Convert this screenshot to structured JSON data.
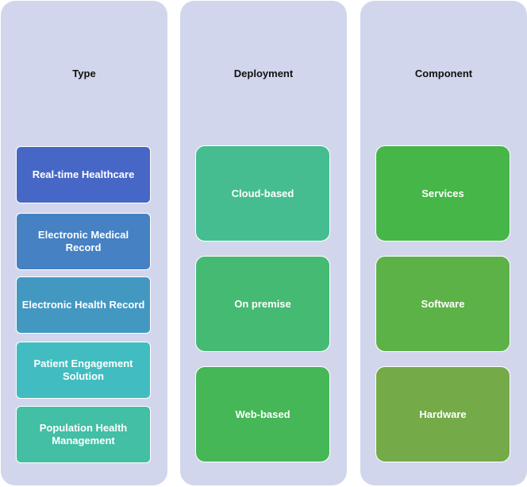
{
  "columns": {
    "type": {
      "title": "Type",
      "items": [
        {
          "label": "Real-time Healthcare",
          "color": "#4667c6"
        },
        {
          "label": "Electronic Medical Record",
          "color": "#4581c3"
        },
        {
          "label": "Electronic Health Record",
          "color": "#4398c1"
        },
        {
          "label": "Patient Engagement Solution",
          "color": "#41bdc1"
        },
        {
          "label": "Population Health Management",
          "color": "#42bfa4"
        }
      ]
    },
    "deployment": {
      "title": "Deployment",
      "items": [
        {
          "label": "Cloud-based",
          "color": "#45bd90"
        },
        {
          "label": "On premise",
          "color": "#45ba73"
        },
        {
          "label": "Web-based",
          "color": "#45b756"
        }
      ]
    },
    "component": {
      "title": "Component",
      "items": [
        {
          "label": "Services",
          "color": "#45b647"
        },
        {
          "label": "Software",
          "color": "#5db247"
        },
        {
          "label": "Hardware",
          "color": "#74aa48"
        }
      ]
    }
  }
}
